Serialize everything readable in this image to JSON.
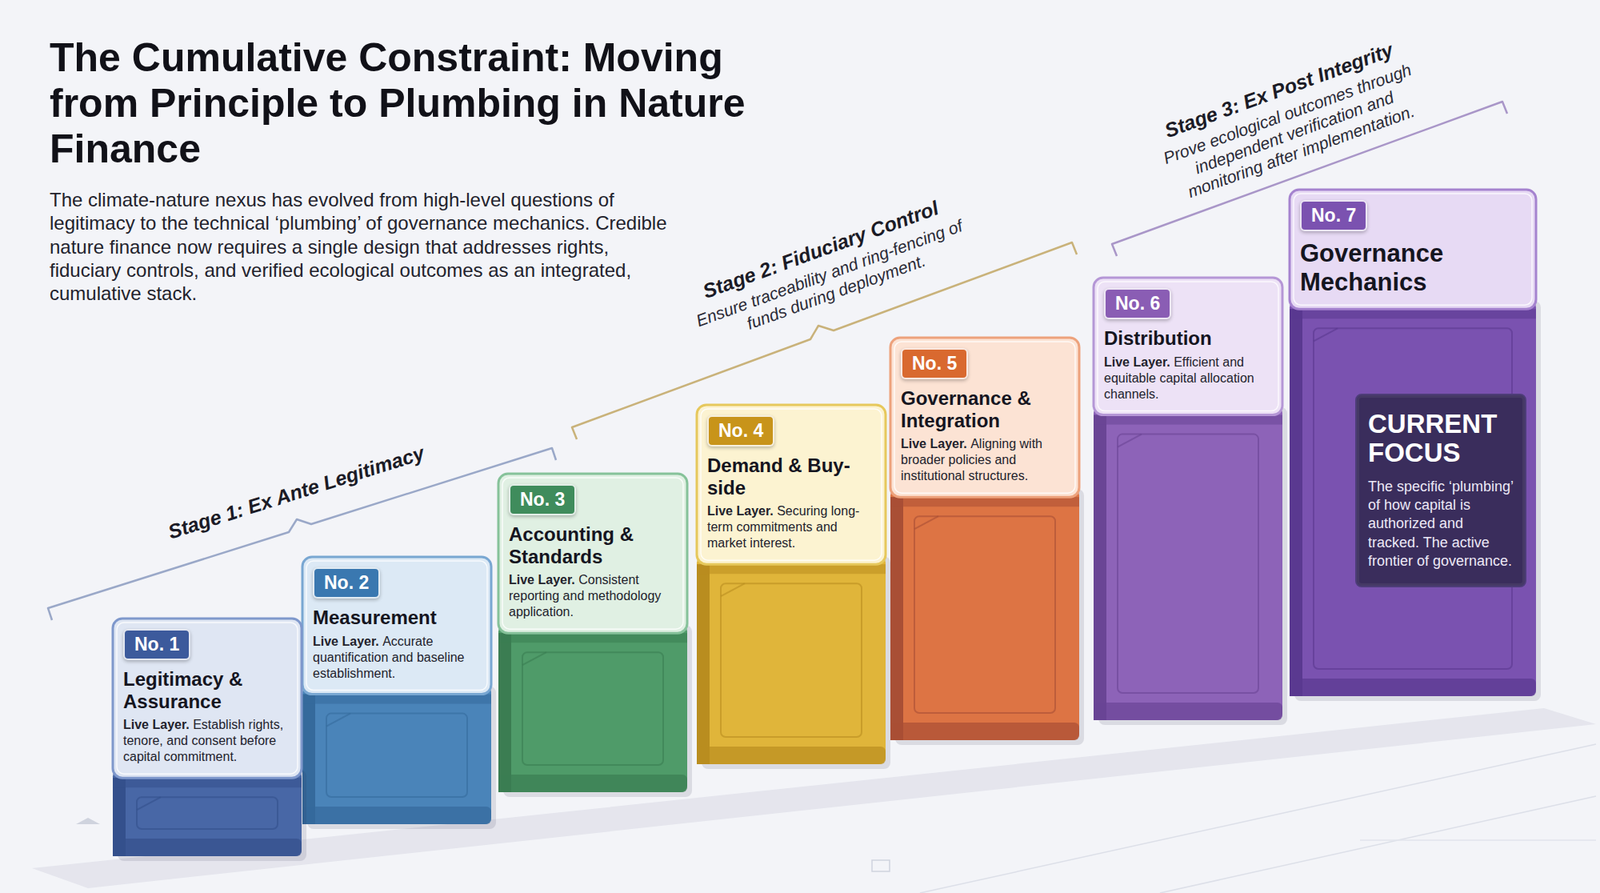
{
  "diagram": {
    "title": "The Cumulative Constraint: Moving from Principle to Plumbing in Nature Finance",
    "caption": "The climate-nature nexus has evolved from high-level questions of legitimacy to the technical ‘plumbing’ of governance mechanics. Credible nature finance now requires a single design that addresses rights, fiduciary controls, and verified ecological outcomes as an integrated, cumulative stack.",
    "nodes": [
      {
        "text": [
          "No. 1",
          "Legitimacy & Assurance",
          "Live Layer.",
          "Establish rights, tenore, and consent before capital commitment."
        ]
      },
      {
        "text": [
          "No. 2",
          "Measurement",
          "Live Layer.",
          "Accurate quantification and baseline establishment."
        ]
      },
      {
        "text": [
          "No. 3",
          "Accounting & Standards",
          "Live Layer.",
          "Consistent reporting and methodology application."
        ]
      },
      {
        "text": [
          "No. 4",
          "Demand & Buy-side",
          "Live Layer.",
          "Securing long-term commitments and market interest."
        ]
      },
      {
        "text": [
          "No. 5",
          "Governance & Integration",
          "Live Layer.",
          "Aligning with broader policies and institutional structures."
        ]
      },
      {
        "text": [
          "No. 6",
          "Distribution",
          "Live Layer.",
          "Efficient and equitable capital allocation channels."
        ]
      },
      {
        "text": [
          "No. 7",
          "Governance Mechanics"
        ]
      },
      {
        "text": [
          "CURRENT FOCUS",
          "The specific ‘plumbing’ of how capital is authorized and tracked. The active frontier of governance."
        ],
        "in": 6
      }
    ],
    "labels": [
      "Stage 1: Ex Ante Legitimacy",
      "Stage 2: Fiduciary Control",
      "Ensure traceability and ring-fencing of funds during deployment.",
      "Stage 3: Ex Post Integrity",
      "Prove ecological outcomes through independent verification and monitoring after implementation."
    ]
  }
}
